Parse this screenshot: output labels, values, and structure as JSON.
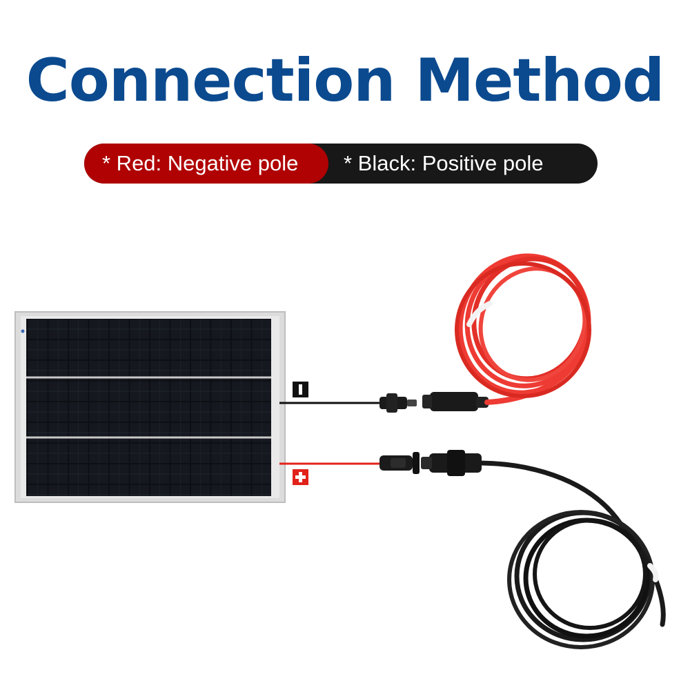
{
  "title": "Connection Method",
  "legend": {
    "negative": "* Red: Negative pole",
    "positive": "* Black: Positive pole"
  },
  "colors": {
    "title": "#0b4a8f",
    "negative_bg": "#b00202",
    "positive_bg": "#181818",
    "red_cable": "#ee3b33",
    "black_cable": "#1a1a1a"
  },
  "icons": {
    "minus_badge": "minus-icon",
    "plus_badge": "plus-icon"
  }
}
